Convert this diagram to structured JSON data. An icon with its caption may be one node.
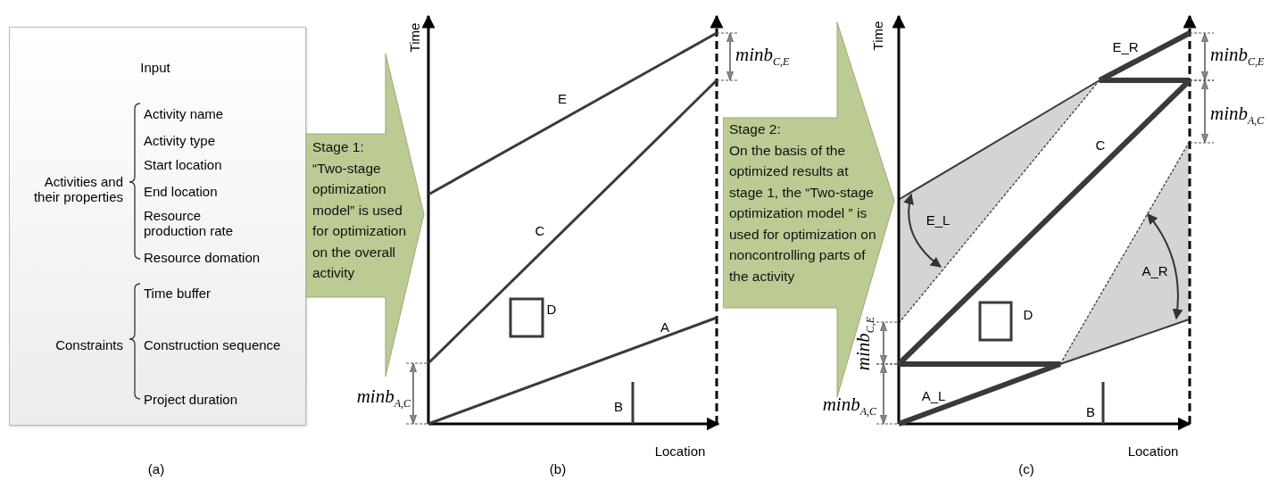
{
  "diagram": {
    "nodes": [
      {
        "text": [
          "Input",
          "Activities and their properties",
          "Activity name",
          "Activity type",
          "Start location",
          "End location",
          "Resource production rate",
          "Resource domation",
          "Constraints",
          "Time buffer",
          "Construction sequence",
          "Project duration"
        ]
      },
      {
        "text": [
          "Stage 1:",
          "“Two-stage optimization model” is used for optimization on the overall activity"
        ]
      },
      {
        "text": [
          "Stage 2:",
          "On the basis of the optimized results at stage 1, the “Two-stage optimization model ” is used for optimization on noncontrolling parts of the activity"
        ]
      }
    ],
    "labels": [
      "(a)",
      "Time",
      "E",
      "C",
      "D",
      "A",
      "B",
      "minb$_{A,C}$",
      "minb$_{C,E}$",
      "Location",
      "(b)",
      "Time",
      "E_R",
      "C",
      "E_L",
      "A_R",
      "D",
      "A_L",
      "B",
      "minb$_{C,E}$",
      "minb$_{A,C}$",
      "minb$_{C,E}$",
      "minb$_{A,C}$",
      "Location",
      "(c)"
    ]
  }
}
